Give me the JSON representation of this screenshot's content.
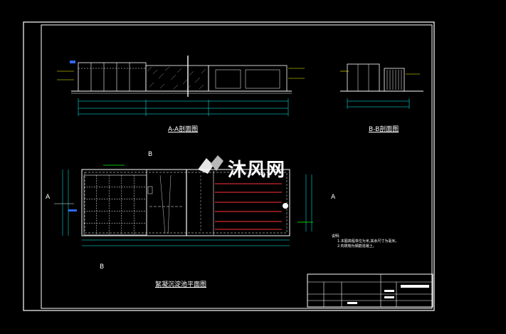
{
  "drawing": {
    "section_aa_title": "A-A剖面图",
    "section_bb_title": "B-B剖面图",
    "plan_title": "絮凝沉淀池平面图",
    "watermark": "沐风网",
    "section_markers": [
      "A",
      "A",
      "B",
      "B"
    ],
    "notes": {
      "heading": "说明:",
      "lines": [
        "1.本图高程单位为米,其余尺寸为毫米。",
        "2.构筑物为钢筋混凝土。"
      ]
    },
    "colors": {
      "background": "#000000",
      "frame": "#ffffff",
      "structure": "#ffffff",
      "dimension": "#00ffff",
      "elevation": "#ffff00",
      "highlight": "#ff3333",
      "label": "#00ff00",
      "accent": "#3366ff"
    }
  }
}
